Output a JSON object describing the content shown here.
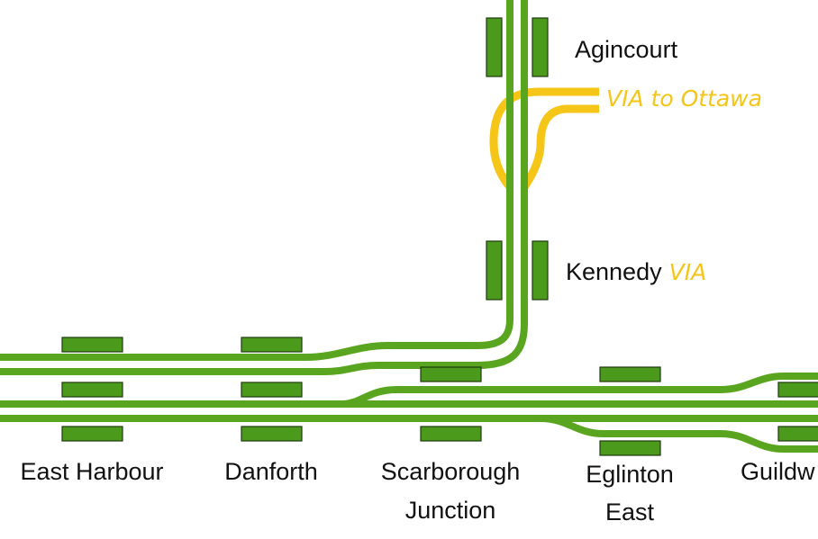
{
  "colors": {
    "track": "#5aa520",
    "via": "#f5c518",
    "platform": "#4b9a1c",
    "text": "#111111"
  },
  "stations": {
    "agincourt": "Agincourt",
    "kennedy": "Kennedy",
    "kennedy_via": "VIA",
    "east_harbour": "East Harbour",
    "danforth": "Danforth",
    "scarborough_line1": "Scarborough",
    "scarborough_line2": "Junction",
    "eglinton_line1": "Eglinton",
    "eglinton_line2": "East",
    "guildwood_partial": "Guildw"
  },
  "via_route": {
    "label": "VIA to Ottawa"
  }
}
